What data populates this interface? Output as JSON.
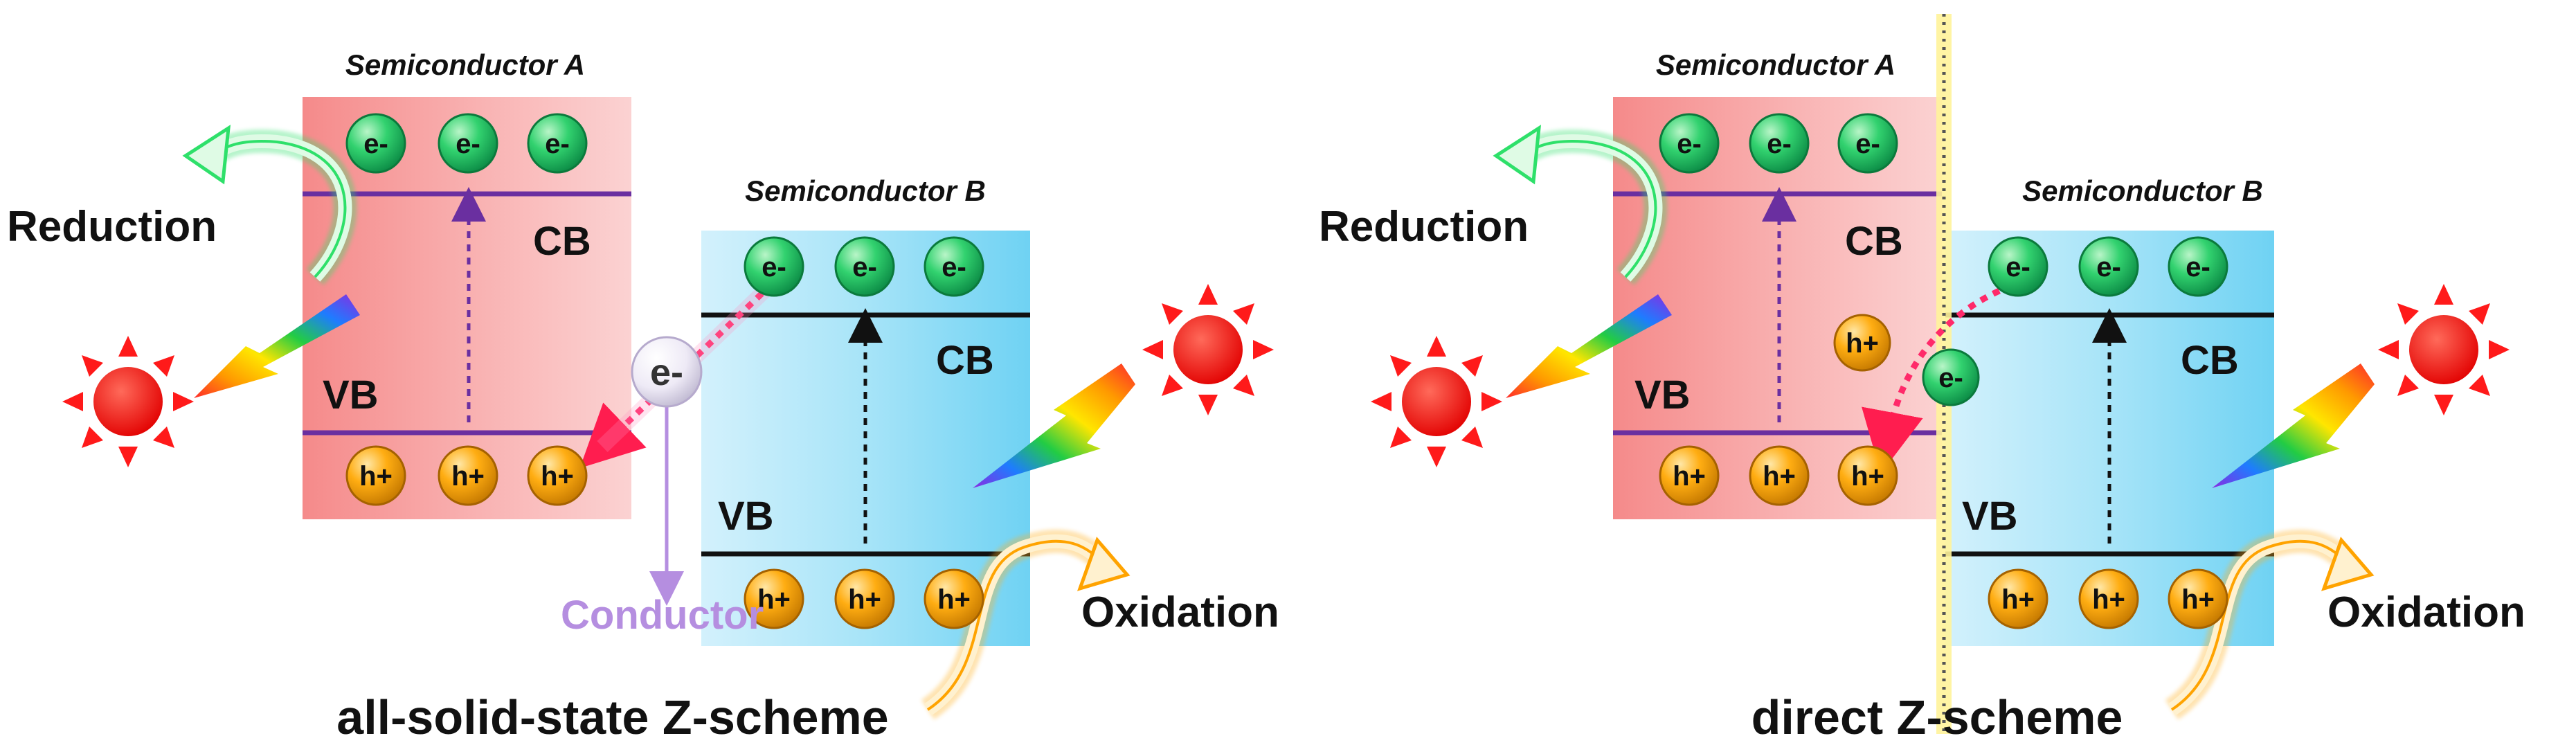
{
  "panels": [
    {
      "caption": "all-solid-state Z-scheme",
      "semiconductor_a": "Semiconductor A",
      "semiconductor_b": "Semiconductor B",
      "reduction": "Reduction",
      "oxidation": "Oxidation",
      "cb_a": "CB",
      "vb_a": "VB",
      "cb_b": "CB",
      "vb_b": "VB",
      "conductor": "Conductor",
      "mediator_electron": "e-"
    },
    {
      "caption": "direct Z-scheme",
      "semiconductor_a": "Semiconductor A",
      "semiconductor_b": "Semiconductor B",
      "reduction": "Reduction",
      "oxidation": "Oxidation",
      "cb_a": "CB",
      "vb_a": "VB",
      "cb_b": "CB",
      "vb_b": "VB",
      "interface_hole": "h+",
      "interface_electron": "e-"
    }
  ],
  "carriers": {
    "electron": "e-",
    "hole": "h+"
  },
  "colors": {
    "semiconductor_a": "#f7a0a0",
    "semiconductor_b": "#8fdcf5",
    "electron": "#1fc56b",
    "hole": "#f5a300",
    "band_edge_a": "#6a2fa0",
    "band_edge_b": "#111111",
    "reduction_arrow": "#2ee06a",
    "oxidation_arrow": "#ffb020",
    "conductor_text": "#b58ee0",
    "sun": "#ff1a1a",
    "interface": "#fff39a"
  },
  "icons": [
    "sun-icon",
    "light-ray-icon",
    "curved-arrow-icon"
  ]
}
